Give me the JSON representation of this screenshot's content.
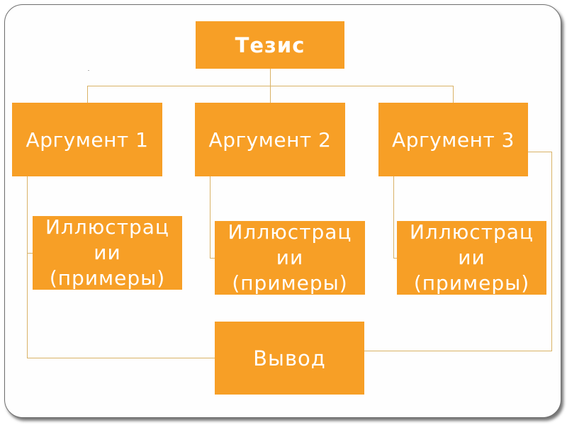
{
  "colors": {
    "box_fill": "#F79F26",
    "connector": "#D9B266",
    "text": "#FFFFFF"
  },
  "diagram": {
    "thesis": "Тезис",
    "arguments": [
      "Аргумент 1",
      "Аргумент 2",
      "Аргумент 3"
    ],
    "illustration_line1": "Иллюстрац",
    "illustration_line2": "ии",
    "illustration_line3": "(примеры)",
    "conclusion": "Вывод"
  }
}
